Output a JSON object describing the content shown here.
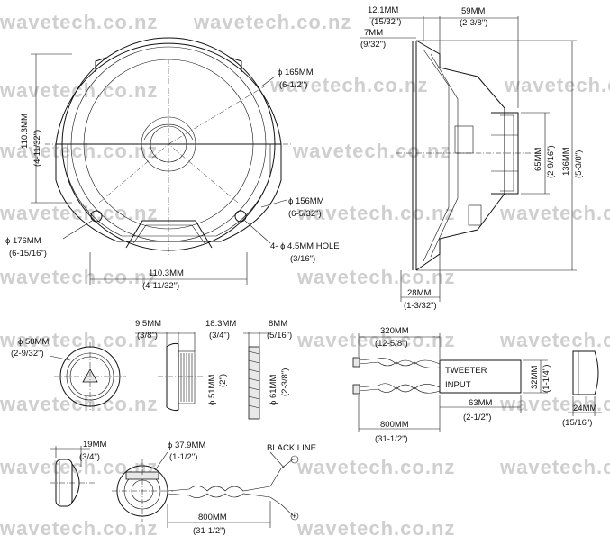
{
  "watermark": "wavetech.co.nz",
  "woofer_front": {
    "dia_outer": "ϕ 165MM",
    "dia_outer_in": "(6-1/2\")",
    "height": "110.3MM",
    "height_in": "(4-11/32\")",
    "dia_inner": "ϕ 156MM",
    "dia_inner_in": "(6-5/32\")",
    "dia_flange": "ϕ 176MM",
    "dia_flange_in": "(6-15/16\")",
    "holes": "4- ϕ 4.5MM HOLE",
    "holes_in": "(3/16\")",
    "width": "110.3MM",
    "width_in": "(4-11/32\")"
  },
  "woofer_side": {
    "flange": "12.1MM",
    "flange_in": "(15/32\")",
    "depth": "59MM",
    "depth_in": "(2-3/8\")",
    "lip": "7MM",
    "lip_in": "(9/32\")",
    "magnet": "65MM",
    "magnet_in": "(2-9/16\")",
    "overall": "136MM",
    "overall_in": "(5-3/8\")",
    "front": "28MM",
    "front_in": "(1-3/32\")"
  },
  "tweeter_flush": {
    "dia": "ϕ 58MM",
    "dia_in": "(2-9/32\")",
    "depth1": "9.5MM",
    "depth1_in": "(3/8\")",
    "depth2": "18.3MM",
    "depth2_in": "(3/4\")",
    "body_dia": "ϕ 51MM",
    "body_dia_in": "(2\")",
    "ring": "8MM",
    "ring_in": "(5/16\")",
    "ring_dia": "ϕ 61MM",
    "ring_dia_in": "(2-3/8\")"
  },
  "crossover": {
    "lead1": "320MM",
    "lead1_in": "(12-5/8\")",
    "label_top": "TWEETER",
    "label_bottom": "INPUT",
    "height": "32MM",
    "height_in": "(1-1/4\")",
    "width": "63MM",
    "width_in": "(2-1/2\")",
    "lead2": "800MM",
    "lead2_in": "(31-1/2\")",
    "depth": "24MM",
    "depth_in": "(15/16\")"
  },
  "tweeter_surface": {
    "depth": "19MM",
    "depth_in": "(3/4\")",
    "dia": "ϕ 37.9MM",
    "dia_in": "(1-1/2\")",
    "black_line": "BLACK LINE",
    "minus": "−",
    "plus": "+",
    "lead": "800MM",
    "lead_in": "(31-1/2\")"
  }
}
